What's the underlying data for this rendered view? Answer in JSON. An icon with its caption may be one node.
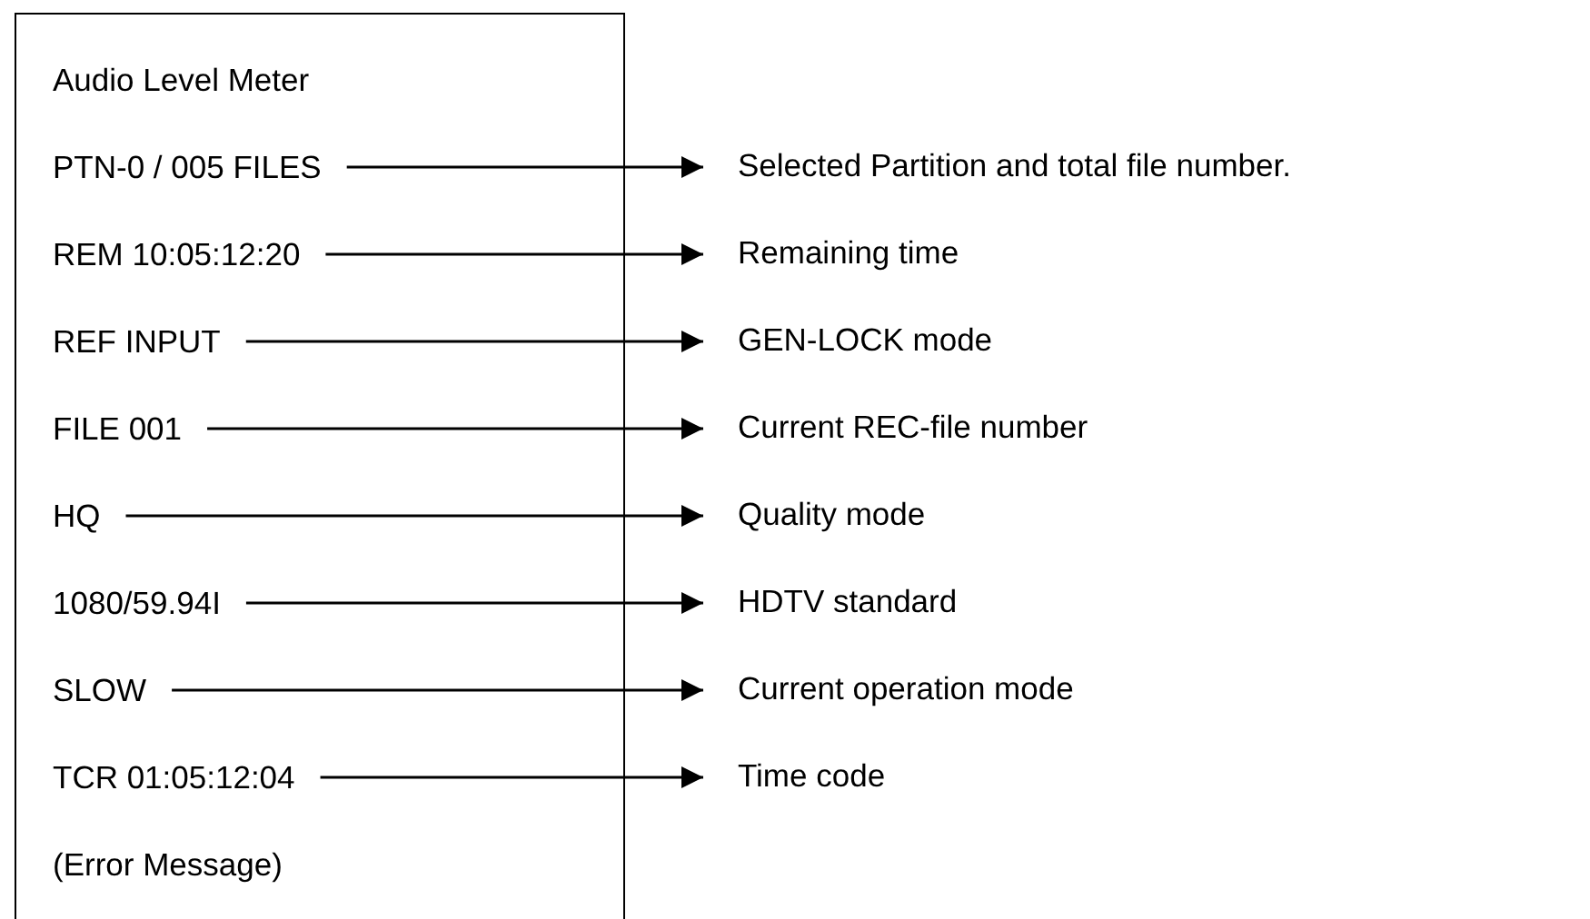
{
  "diagram": {
    "nodes": [
      {
        "text": [],
        "shape": "box"
      },
      {
        "text": [
          "Audio Level Meter"
        ],
        "in": 0
      },
      {
        "text": [
          "PTN-0 / 005 FILES"
        ],
        "in": 0
      },
      {
        "text": [
          "REM 10:05:12:20"
        ],
        "in": 0
      },
      {
        "text": [
          "REF INPUT"
        ],
        "in": 0
      },
      {
        "text": [
          "FILE 001"
        ],
        "in": 0
      },
      {
        "text": [
          "HQ"
        ],
        "in": 0
      },
      {
        "text": [
          "1080/59.94I"
        ],
        "in": 0
      },
      {
        "text": [
          "SLOW"
        ],
        "in": 0
      },
      {
        "text": [
          "TCR 01:05:12:04"
        ],
        "in": 0
      },
      {
        "text": [
          "(Error Message)"
        ],
        "in": 0
      },
      {
        "text": [
          "Selected Partition and total file number."
        ]
      },
      {
        "text": [
          "Remaining time"
        ]
      },
      {
        "text": [
          "GEN-LOCK mode"
        ]
      },
      {
        "text": [
          "Current REC-file number"
        ]
      },
      {
        "text": [
          "Quality mode"
        ]
      },
      {
        "text": [
          "HDTV standard"
        ]
      },
      {
        "text": [
          "Current operation mode"
        ]
      },
      {
        "text": [
          "Time code"
        ]
      }
    ],
    "edges": [
      {
        "from": 2,
        "to": 11,
        "arrow": "to"
      },
      {
        "from": 3,
        "to": 12,
        "arrow": "to"
      },
      {
        "from": 4,
        "to": 13,
        "arrow": "to"
      },
      {
        "from": 5,
        "to": 14,
        "arrow": "to"
      },
      {
        "from": 6,
        "to": 15,
        "arrow": "to"
      },
      {
        "from": 7,
        "to": 16,
        "arrow": "to"
      },
      {
        "from": 8,
        "to": 17,
        "arrow": "to"
      },
      {
        "from": 9,
        "to": 18,
        "arrow": "to"
      }
    ]
  }
}
